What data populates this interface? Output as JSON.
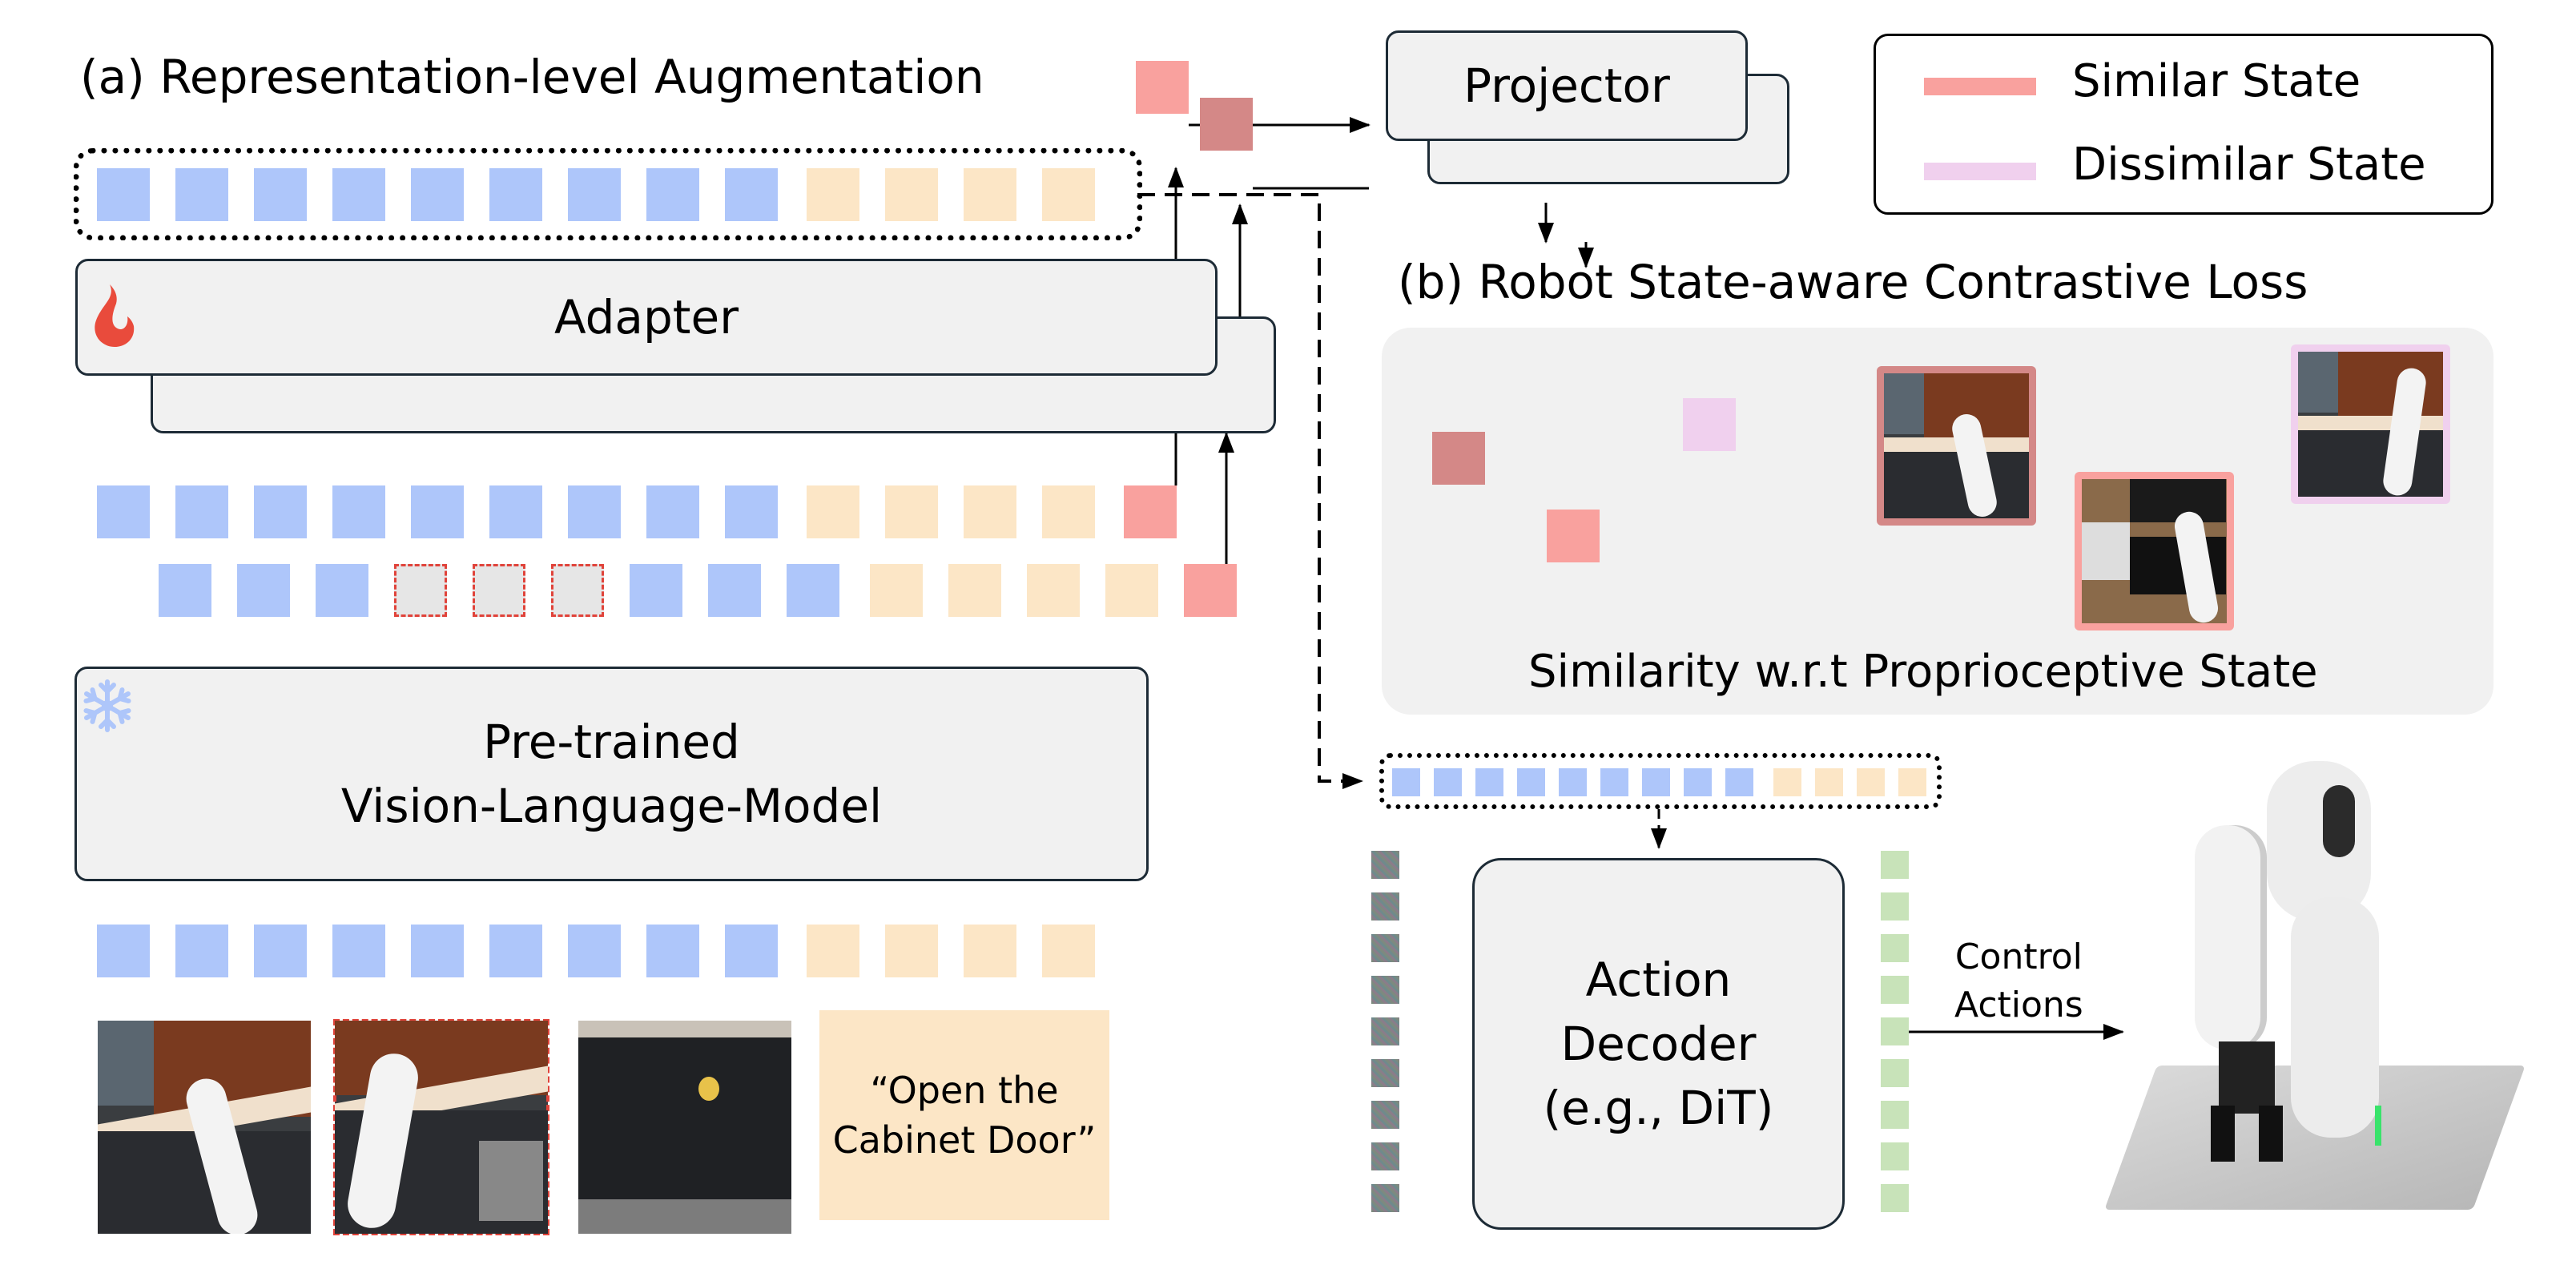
{
  "section_a": {
    "title": "(a) Representation-level Augmentation"
  },
  "section_b": {
    "title": "(b) Robot State-aware Contrastive Loss",
    "caption": "Similarity w.r.t Proprioceptive State"
  },
  "adapter": {
    "label": "Adapter",
    "icon": "flame-icon",
    "status": "trainable"
  },
  "vlm": {
    "line1": "Pre-trained",
    "line2": "Vision-Language-Model",
    "icon": "snowflake-icon",
    "status": "frozen"
  },
  "projector": {
    "label": "Projector"
  },
  "action_decoder": {
    "line1": "Action",
    "line2": "Decoder",
    "line3": "(e.g., DiT)"
  },
  "control": {
    "line1": "Control",
    "line2": "Actions"
  },
  "instruction": {
    "line1": "“Open the",
    "line2": "Cabinet Door”"
  },
  "legend": {
    "items": [
      {
        "label": "Similar State",
        "color": "#F9A19E"
      },
      {
        "label": "Dissimilar State",
        "color": "#F0D0EE"
      }
    ]
  },
  "colors": {
    "vision_token": "#AEC6FA",
    "language_token": "#FCE6C6",
    "state_token": "#F9A19E",
    "state_token_aug": "#D48887",
    "dissimilar": "#F0D0EE",
    "action_token": "#C8E3B9",
    "mask_border": "#E0433A",
    "box_fill": "#F1F1F1"
  },
  "token_rows": {
    "output_row": {
      "vision": 9,
      "language": 4
    },
    "adapter_input_row1": {
      "vision": 9,
      "language": 4,
      "state": 1
    },
    "adapter_input_row2": {
      "vision_before_mask": 3,
      "masked": 3,
      "vision_after_mask": 3,
      "language": 4,
      "state": 1
    },
    "vlm_output_row": {
      "vision": 9,
      "language": 4
    },
    "decoder_condition_row": {
      "vision": 9,
      "language": 4
    },
    "noise_tokens": 9,
    "action_tokens": 9
  },
  "inputs": {
    "images": [
      "kitchen-scene-view-1",
      "kitchen-scene-view-2-masked",
      "kitchen-scene-view-3"
    ]
  },
  "contrastive_examples": {
    "embeddings": [
      "anchor-embedding",
      "dissimilar-embedding",
      "similar-embedding"
    ],
    "frames": [
      "anchor-frame",
      "dissimilar-frame",
      "similar-frame"
    ]
  }
}
